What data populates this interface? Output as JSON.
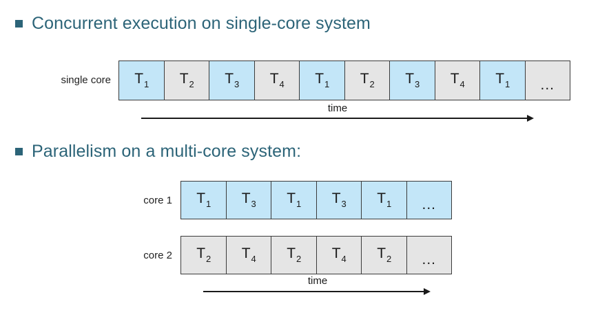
{
  "slide": {
    "bullets": [
      {
        "text": "Concurrent execution on single-core system"
      },
      {
        "text": "Parallelism on a multi-core system:"
      }
    ],
    "accent_color": "#2c6478",
    "cell_blue": "#c3e6f8",
    "cell_gray": "#e5e5e5",
    "border_color": "#3a3a3a"
  },
  "single_core": {
    "label": "single core",
    "cells": [
      {
        "task": "T",
        "index": "1",
        "fill": "blue"
      },
      {
        "task": "T",
        "index": "2",
        "fill": "gray"
      },
      {
        "task": "T",
        "index": "3",
        "fill": "blue"
      },
      {
        "task": "T",
        "index": "4",
        "fill": "gray"
      },
      {
        "task": "T",
        "index": "1",
        "fill": "blue"
      },
      {
        "task": "T",
        "index": "2",
        "fill": "gray"
      },
      {
        "task": "T",
        "index": "3",
        "fill": "blue"
      },
      {
        "task": "T",
        "index": "4",
        "fill": "gray"
      },
      {
        "task": "T",
        "index": "1",
        "fill": "blue"
      },
      {
        "task": "...",
        "index": "",
        "fill": "gray"
      }
    ],
    "time_label": "time"
  },
  "multi_core": {
    "rows": [
      {
        "label": "core 1",
        "cells": [
          {
            "task": "T",
            "index": "1",
            "fill": "blue"
          },
          {
            "task": "T",
            "index": "3",
            "fill": "blue"
          },
          {
            "task": "T",
            "index": "1",
            "fill": "blue"
          },
          {
            "task": "T",
            "index": "3",
            "fill": "blue"
          },
          {
            "task": "T",
            "index": "1",
            "fill": "blue"
          },
          {
            "task": "...",
            "index": "",
            "fill": "blue"
          }
        ]
      },
      {
        "label": "core 2",
        "cells": [
          {
            "task": "T",
            "index": "2",
            "fill": "gray"
          },
          {
            "task": "T",
            "index": "4",
            "fill": "gray"
          },
          {
            "task": "T",
            "index": "2",
            "fill": "gray"
          },
          {
            "task": "T",
            "index": "4",
            "fill": "gray"
          },
          {
            "task": "T",
            "index": "2",
            "fill": "gray"
          },
          {
            "task": "...",
            "index": "",
            "fill": "gray"
          }
        ]
      }
    ],
    "time_label": "time"
  }
}
